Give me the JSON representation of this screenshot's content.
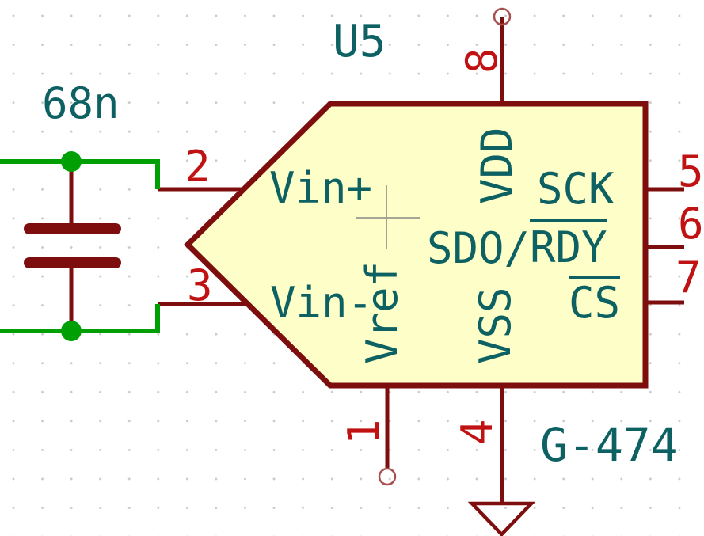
{
  "view": {
    "type": "schematic-canvas",
    "grid": "dots"
  },
  "component": {
    "reference": "U5",
    "footprint_text": "G-474",
    "pins": [
      {
        "number": "1",
        "name": "Vref",
        "side": "bottom",
        "orientation": "vertical"
      },
      {
        "number": "2",
        "name": "Vin+",
        "side": "left",
        "orientation": "horizontal"
      },
      {
        "number": "3",
        "name": "Vin-",
        "side": "left",
        "orientation": "horizontal"
      },
      {
        "number": "4",
        "name": "VSS",
        "side": "bottom",
        "orientation": "vertical"
      },
      {
        "number": "5",
        "name": "SCK",
        "side": "right",
        "orientation": "horizontal"
      },
      {
        "number": "6",
        "name": "SDO/RDY",
        "name_plain": "SDO/",
        "name_overline": "RDY",
        "side": "right",
        "orientation": "horizontal"
      },
      {
        "number": "7",
        "name": "CS",
        "name_overline": "CS",
        "side": "right",
        "orientation": "horizontal"
      },
      {
        "number": "8",
        "name": "VDD",
        "side": "top",
        "orientation": "vertical"
      }
    ]
  },
  "capacitor": {
    "value": "68n"
  },
  "colors": {
    "body_fill": "#fdfec8",
    "outline_maroon": "#7e0e0e",
    "pin_number_red": "#c01212",
    "label_teal": "#0d6163",
    "wire_green": "#00a005",
    "grid_dot": "#c9c9c9",
    "anchor_cross": "#9a9a8e"
  }
}
